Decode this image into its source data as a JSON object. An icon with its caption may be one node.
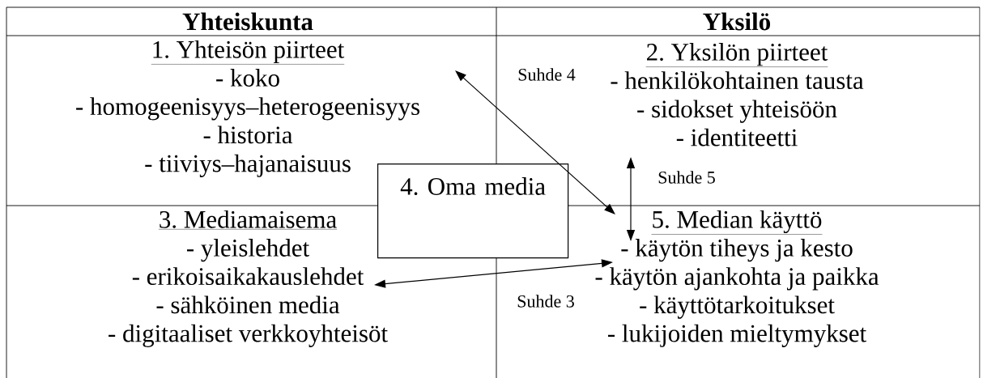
{
  "diagram": {
    "nodes": [
      {
        "text": [
          "1. Yhteisön piirteet",
          "- koko",
          "- homogeenisyys–heterogeenisyys",
          "- historia",
          "- tiiviys–hajanaisuus"
        ]
      },
      {
        "text": [
          "2. Yksilön piirteet",
          "- henkilökohtainen tausta",
          "- sidokset yhteisöön",
          "- identiteetti"
        ]
      },
      {
        "text": [
          "4. Oma media"
        ]
      },
      {
        "text": [
          "3. Mediamaisema",
          "- yleislehdet",
          "- erikoisaikakauslehdet",
          "- sähköinen media",
          "- digitaaliset verkkoyhteisöt"
        ]
      },
      {
        "text": [
          "5. Median käyttö",
          "- käytön tiheys ja kesto",
          "- käytön ajankohta ja paikka",
          "- käyttötarkoitukset",
          "- lukijoiden mieltymykset"
        ]
      }
    ],
    "edges": [
      {
        "from": 0,
        "to": 4,
        "arrow": "both",
        "label": "Suhde 4"
      },
      {
        "from": 1,
        "to": 4,
        "arrow": "both",
        "label": "Suhde 5"
      },
      {
        "from": 3,
        "to": 4,
        "arrow": "both",
        "label": "Suhde 3"
      }
    ],
    "labels": [
      "Yhteiskunta",
      "Yksilö"
    ]
  }
}
